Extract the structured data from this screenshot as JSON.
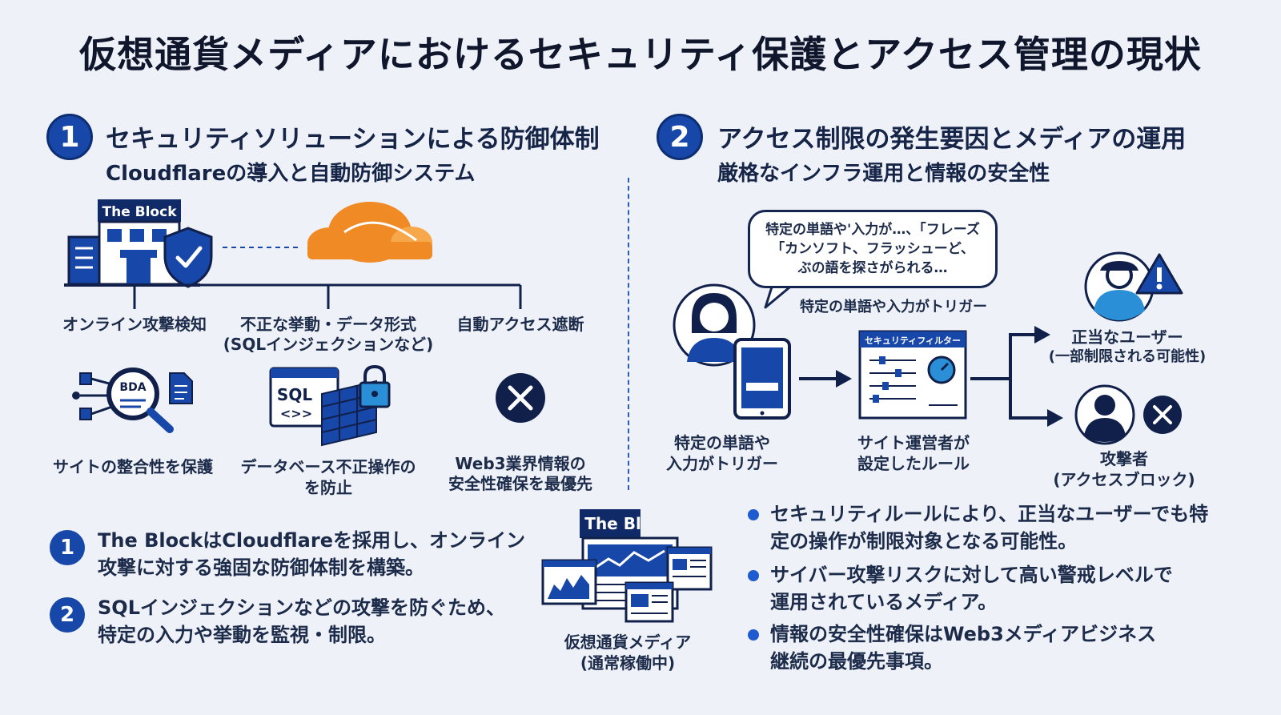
{
  "title": "仮想通貨メディアにおけるセキュリティ保護とアクセス管理の現状",
  "section1": {
    "number": "1",
    "heading": "セキュリティソリューションによる防御体制",
    "subheading": "Cloudflareの導入と自動防御システム",
    "building_sign": "The Block",
    "features": [
      {
        "label": "オンライン攻撃検知"
      },
      {
        "label_line1": "不正な挙動・データ形式",
        "label_line2": "(SQLインジェクションなど)"
      },
      {
        "label": "自動アクセス遮断"
      }
    ],
    "icon_texts": {
      "magnifier": "BDA",
      "sql": "SQL",
      "sql_code": "<>>"
    },
    "outcomes": [
      {
        "label": "サイトの整合性を保護"
      },
      {
        "label_line1": "データベース不正操作の",
        "label_line2": "を防止"
      },
      {
        "label_line1": "Web3業界情報の",
        "label_line2": "安全性確保を最優先"
      }
    ],
    "points": [
      {
        "number": "1",
        "line1": "The BlockはCloudflareを採用し、オンライン",
        "line2": "攻撃に対する強固な防御体制を構築。"
      },
      {
        "number": "2",
        "line1": "SQLインジェクションなどの攻撃を防ぐため、",
        "line2": "特定の入力や挙動を監視・制限。"
      }
    ]
  },
  "media": {
    "sign": "The Block",
    "label_line1": "仮想通貨メディア",
    "label_line2": "(通常稼働中)"
  },
  "section2": {
    "number": "2",
    "heading": "アクセス制限の発生要因とメディアの運用",
    "subheading": "厳格なインフラ運用と情報の安全性",
    "bubble_lines": [
      "特定の単語や'入力が…、「フレーズ",
      "「カンソフト、フラッシューど、",
      "ぶの語を探さがられる…"
    ],
    "trigger_caption": "特定の単語や入力がトリガー",
    "filter_title": "セキュリティフィルター",
    "user_label_line1": "特定の単語や",
    "user_label_line2": "入力がトリガー",
    "rule_label_line1": "サイト運営者が",
    "rule_label_line2": "設定したルール",
    "legit_label_line1": "正当なユーザー",
    "legit_label_line2": "(一部制限される可能性)",
    "attacker_label_line1": "攻撃者",
    "attacker_label_line2": "(アクセスブロック)",
    "bullets": [
      {
        "line1": "セキュリティルールにより、正当なユーザーでも特",
        "line2": "定の操作が制限対象となる可能性。"
      },
      {
        "line1": "サイバー攻撃リスクに対して高い警戒レベルで",
        "line2": "運用されているメディア。"
      },
      {
        "line1": "情報の安全性確保はWeb3メディアビジネス",
        "line2": "継続の最優先事項。"
      }
    ]
  },
  "colors": {
    "navy": "#10204a",
    "blue": "#1747a8",
    "sky": "#2a8fd6",
    "orange": "#f08a24",
    "background": "#eef2f8"
  }
}
